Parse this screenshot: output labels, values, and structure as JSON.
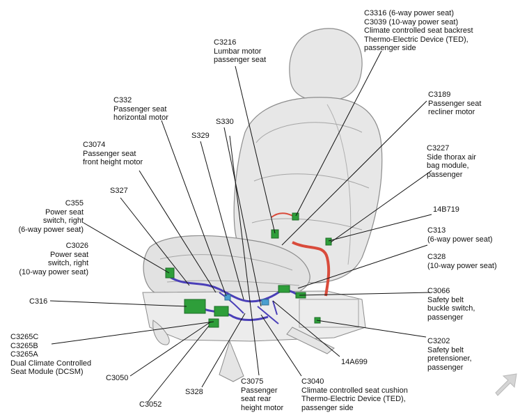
{
  "colors": {
    "seat_fill": "#e7e7e7",
    "seat_stroke": "#8c8c8c",
    "harness": "#4a3fb8",
    "connector": "#2e9e3a",
    "red_harness": "#d94b3b",
    "leader": "#111111",
    "arrow": "#d5d5d5"
  },
  "icons": {
    "corner": "direction-arrow-icon"
  },
  "labels": {
    "c3316": [
      "C3316 (6-way power seat)",
      "C3039 (10-way power seat)",
      "Climate controlled seat backrest",
      "Thermo-Electric Device (TED),",
      "passenger side"
    ],
    "c3216": [
      "C3216",
      "Lumbar motor",
      "passenger seat"
    ],
    "c3189": [
      "C3189",
      "Passenger seat",
      "recliner motor"
    ],
    "c332": [
      "C332",
      "Passenger seat",
      "horizontal motor"
    ],
    "s330": [
      "S330"
    ],
    "s329": [
      "S329"
    ],
    "c3227": [
      "C3227",
      "Side thorax air",
      "bag module,",
      "passenger"
    ],
    "c3074": [
      "C3074",
      "Passenger seat",
      "front height motor"
    ],
    "s327": [
      "S327"
    ],
    "b14b719": [
      "14B719"
    ],
    "c355": [
      "C355",
      "Power seat",
      "switch, right",
      "(6-way power seat)"
    ],
    "c313": [
      "C313",
      "(6-way power seat)"
    ],
    "c3026": [
      "C3026",
      "Power seat",
      "switch, right",
      "(10-way power seat)"
    ],
    "c328": [
      "C328",
      "(10-way power seat)"
    ],
    "c316": [
      "C316"
    ],
    "c3066": [
      "C3066",
      "Safety belt",
      "buckle switch,",
      "passenger"
    ],
    "c3265": [
      "C3265C",
      "C3265B",
      "C3265A",
      "Dual Climate Controlled",
      "Seat Module (DCSM)"
    ],
    "c3202": [
      "C3202",
      "Safety belt",
      "pretensioner,",
      "passenger"
    ],
    "a14a699": [
      "14A699"
    ],
    "c3050": [
      "C3050"
    ],
    "c3040": [
      "C3040",
      "Climate controlled seat cushion",
      "Thermo-Electric Device (TED),",
      "passenger side"
    ],
    "c3052": [
      "C3052"
    ],
    "s328": [
      "S328"
    ],
    "c3075": [
      "C3075",
      "Passenger",
      "seat rear",
      "height motor"
    ]
  }
}
